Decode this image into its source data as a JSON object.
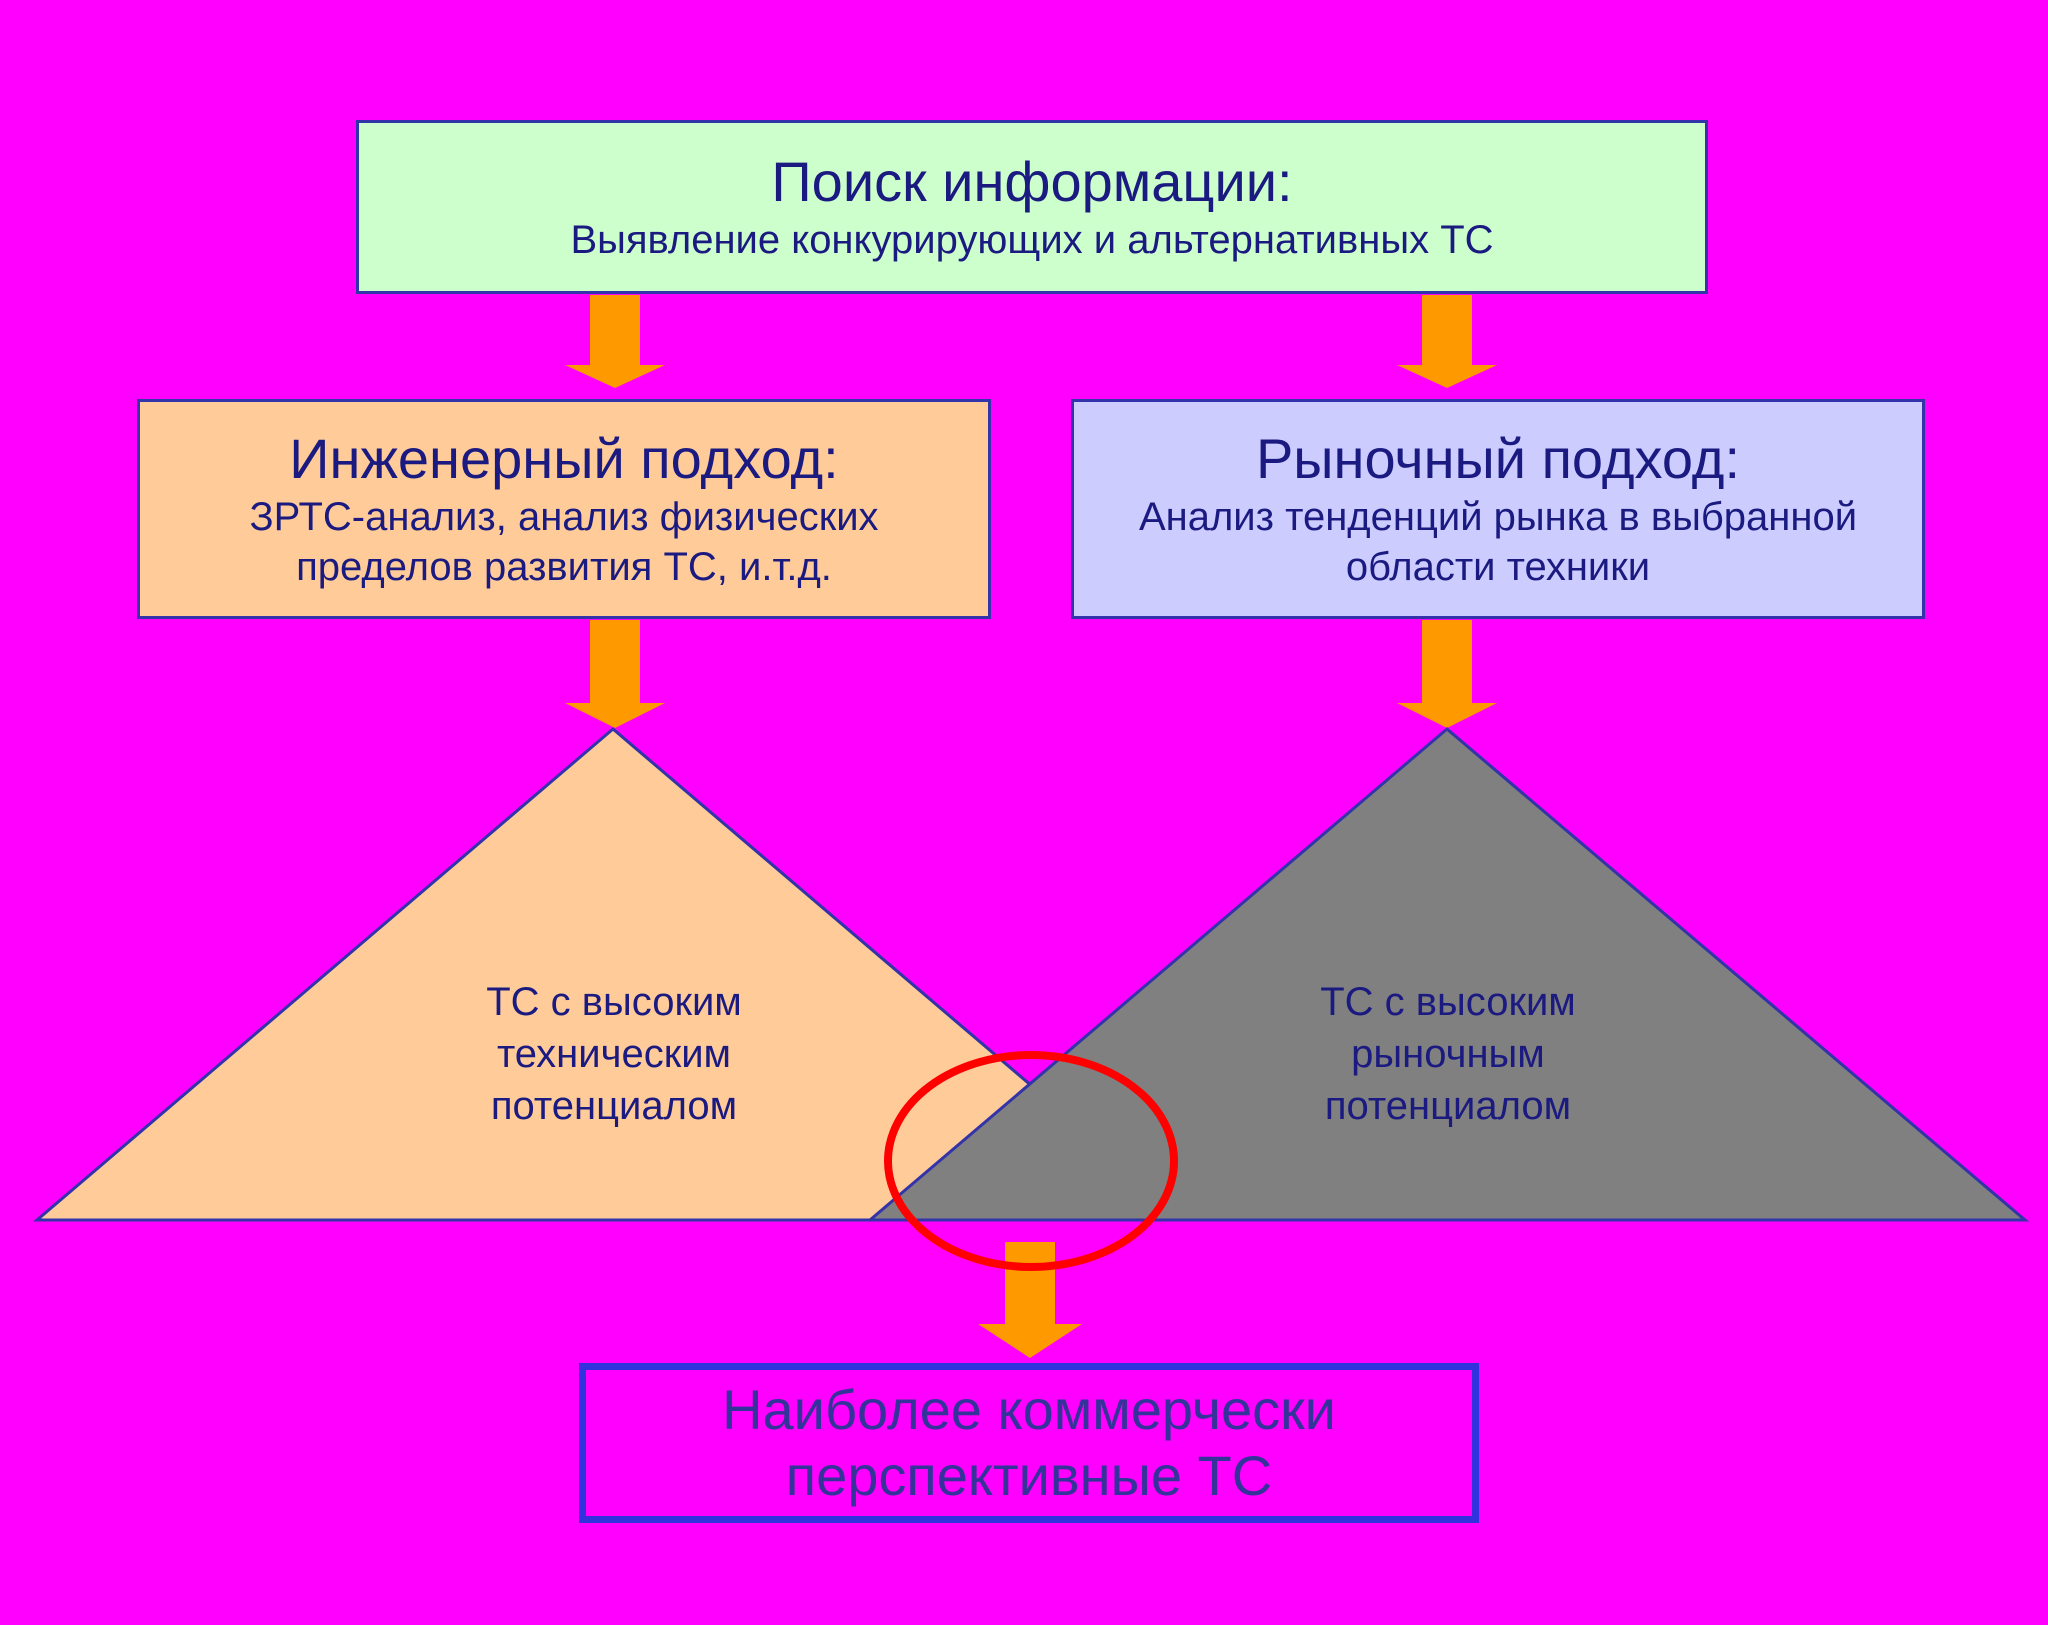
{
  "colors": {
    "background": "#FF00FF",
    "search_box": "#CCFFCC",
    "engineering_box": "#FFCC99",
    "market_box": "#CCCCFF",
    "engineering_triangle": "#FFCC99",
    "market_triangle": "#808080",
    "arrow": "#FF9900",
    "highlight_ellipse": "#FF0000",
    "border": "#3333AA",
    "text": "#1A1A80"
  },
  "search": {
    "title": "Поиск информации:",
    "subtitle": "Выявление конкурирующих и альтернативных ТС"
  },
  "engineering": {
    "title": "Инженерный подход:",
    "line1": "ЗРТС-анализ, анализ физических",
    "line2": "пределов развития ТС, и.т.д.",
    "triangle": {
      "line1": "ТС с высоким",
      "line2": "техническим",
      "line3": "потенциалом"
    }
  },
  "market": {
    "title": "Рыночный подход:",
    "line1": "Анализ тенденций рынка в выбранной",
    "line2": "области техники",
    "triangle": {
      "line1": "ТС с высоким",
      "line2": "рыночным",
      "line3": "потенциалом"
    }
  },
  "result": {
    "line1": "Наиболее коммерчески",
    "line2": "перспективные ТС"
  }
}
